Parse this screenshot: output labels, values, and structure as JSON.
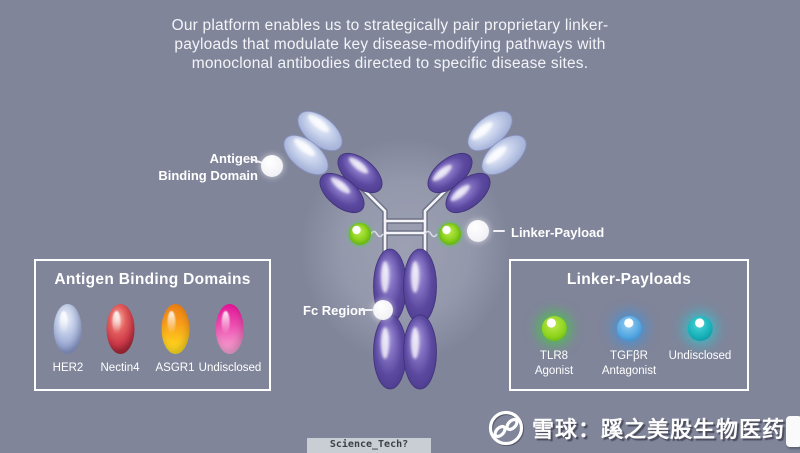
{
  "colors": {
    "background": "#80859A",
    "box_border": "#FFFFFF",
    "text": "#F3F4F8",
    "antibody_purple": "#5B49A0",
    "antibody_light_blue": "#BBC6E6",
    "payload_green": "#8FD41E",
    "payload_blue": "#55A8E2",
    "payload_teal": "#17B2BA"
  },
  "header": {
    "lines": [
      "Our platform enables us to strategically pair proprietary linker-",
      "payloads that modulate key disease-modifying pathways with",
      "monoclonal antibodies directed to specific disease sites."
    ]
  },
  "diagram": {
    "antigen_label_line1": "Antigen",
    "antigen_label_line2": "Binding Domain",
    "linker_label": "Linker-Payload",
    "fc_label": "Fc Region"
  },
  "legend_left": {
    "title": "Antigen Binding Domains",
    "items": [
      {
        "label": "HER2",
        "color": "#ADBADC"
      },
      {
        "label": "Nectin4",
        "color": "#D94B55"
      },
      {
        "label": "ASGR1",
        "color": "#F6A01E"
      },
      {
        "label": "Undisclosed",
        "color": "#EE3FAE"
      }
    ]
  },
  "legend_right": {
    "title": "Linker-Payloads",
    "items": [
      {
        "line1": "TLR8",
        "line2": "Agonist",
        "color": "#8FD41E",
        "glow": "#3AD43A"
      },
      {
        "line1": "TGFβR",
        "line2": "Antagonist",
        "color": "#55A8E2",
        "glow": "#2E9AE8"
      },
      {
        "line1": "Undisclosed",
        "line2": "",
        "color": "#17B2BA",
        "glow": "#1ED4DC"
      }
    ]
  },
  "watermark": {
    "text": "雪球：蹊之美股生物医药",
    "logo": "snowball-logo"
  },
  "footer": {
    "tag": "Science_Tech?"
  }
}
